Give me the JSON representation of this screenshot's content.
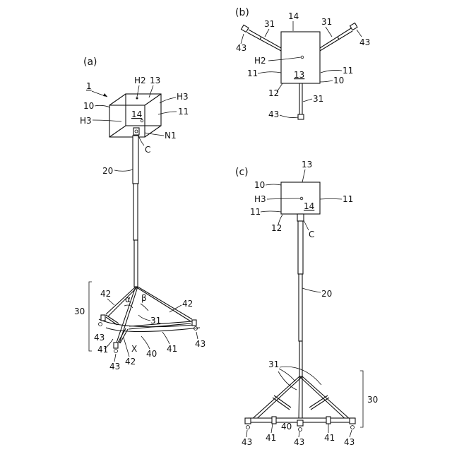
{
  "panel_a": {
    "caption": "(a)",
    "labels": {
      "device": "1",
      "h2": "H2",
      "n13": "13",
      "n10": "10",
      "h3_right": "H3",
      "n14": "14",
      "n11": "11",
      "h3_left": "H3",
      "n1": "N1",
      "c": "C",
      "n20": "20",
      "n30": "30",
      "n42_left": "42",
      "alpha": "α",
      "beta": "β",
      "n42_right": "42",
      "n31": "31",
      "n43_left": "43",
      "n41_left": "41",
      "x": "X",
      "n40": "40",
      "n41_right": "41",
      "n43_right": "43",
      "n43_bottom": "43",
      "n42_bottom": "42"
    }
  },
  "panel_b": {
    "caption": "(b)",
    "labels": {
      "n31_left": "31",
      "n14": "14",
      "n31_right": "31",
      "n43_left": "43",
      "n43_right": "43",
      "h2": "H2",
      "n11_left": "11",
      "n13": "13",
      "n11_right": "11",
      "n10": "10",
      "n12": "12",
      "n31_bottom": "31",
      "n43_bottom": "43"
    }
  },
  "panel_c": {
    "caption": "(c)",
    "labels": {
      "n13": "13",
      "n10": "10",
      "h3": "H3",
      "n11_right": "11",
      "n14": "14",
      "n11_left": "11",
      "n12": "12",
      "c": "C",
      "n20": "20",
      "n31": "31",
      "n30": "30",
      "n43_1": "43",
      "n41_left": "41",
      "n40": "40",
      "n43_2": "43",
      "n41_right": "41",
      "n43_3": "43"
    }
  }
}
